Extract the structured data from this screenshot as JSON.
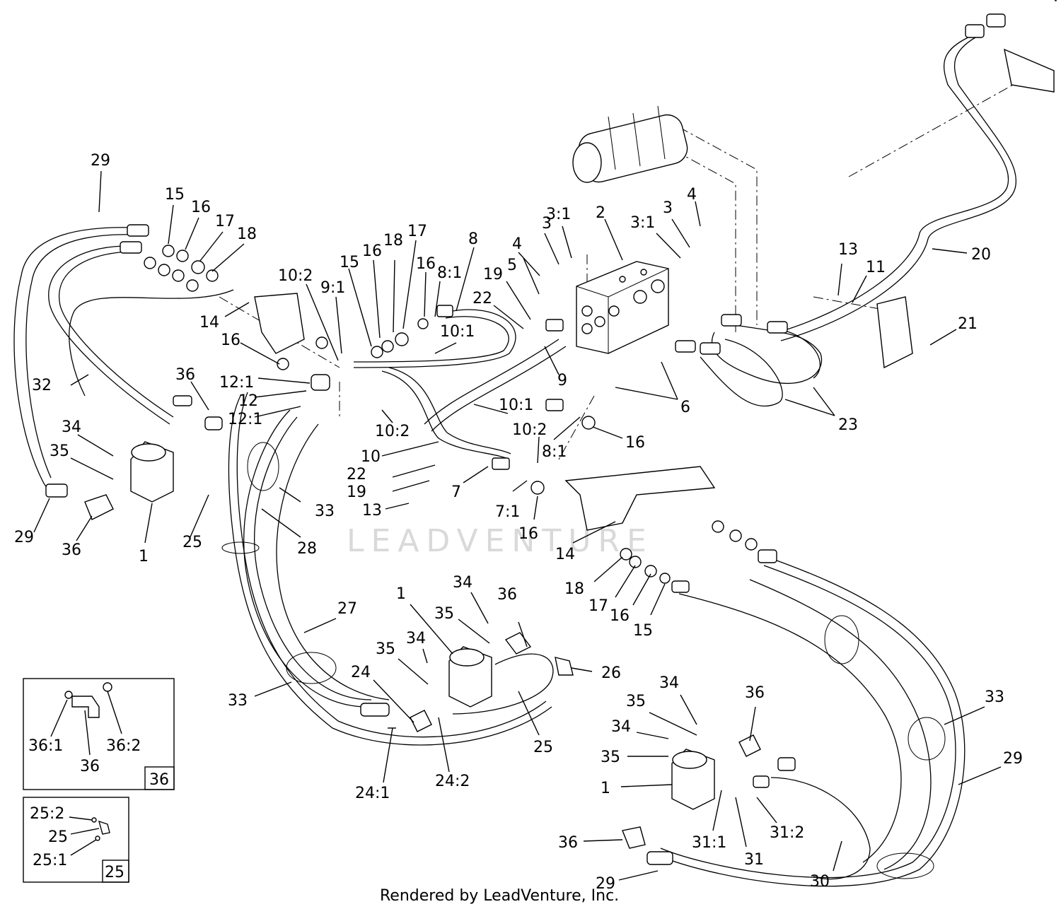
{
  "labels": {
    "p1": "1",
    "p1b": "1",
    "p1c": "1",
    "p2": "2",
    "p3a": "3",
    "p3b": "3",
    "p3_1a": "3:1",
    "p3_1b": "3:1",
    "p4a": "4",
    "p4b": "4",
    "p5": "5",
    "p6": "6",
    "p7": "7",
    "p7_1": "7:1",
    "p8": "8",
    "p8_1a": "8:1",
    "p8_1b": "8:1",
    "p9": "9",
    "p9_1": "9:1",
    "p10": "10",
    "p10_1a": "10:1",
    "p10_1b": "10:1",
    "p10_2a": "10:2",
    "p10_2b": "10:2",
    "p10_2c": "10:2",
    "p11": "11",
    "p12": "12",
    "p12_1a": "12:1",
    "p12_1b": "12:1",
    "p13a": "13",
    "p13b": "13",
    "p14a": "14",
    "p14b": "14",
    "p15a": "15",
    "p15b": "15",
    "p15c": "15",
    "p16a": "16",
    "p16b": "16",
    "p16c": "16",
    "p16d": "16",
    "p16e": "16",
    "p16f": "16",
    "p16g": "16",
    "p17a": "17",
    "p17b": "17",
    "p17c": "17",
    "p18a": "18",
    "p18b": "18",
    "p18c": "18",
    "p19a": "19",
    "p19b": "19",
    "p20": "20",
    "p21": "21",
    "p22a": "22",
    "p22b": "22",
    "p23": "23",
    "p24": "24",
    "p24_1": "24:1",
    "p24_2": "24:2",
    "p25a": "25",
    "p25b": "25",
    "p26": "26",
    "p27": "27",
    "p28": "28",
    "p29a": "29",
    "p29b": "29",
    "p29c": "29",
    "p29d": "29",
    "p30": "30",
    "p31": "31",
    "p31_1": "31:1",
    "p31_2": "31:2",
    "p32": "32",
    "p33a": "33",
    "p33b": "33",
    "p33c": "33",
    "p34a": "34",
    "p34b": "34",
    "p34c": "34",
    "p34d": "34",
    "p35a": "35",
    "p35b": "35",
    "p35c": "35",
    "p35d": "35",
    "p35e": "35",
    "p36a": "36",
    "p36b": "36",
    "p36c": "36",
    "p36d": "36",
    "p36e": "36"
  },
  "inset36": {
    "a": "36:1",
    "b": "36",
    "c": "36:2",
    "tag": "36"
  },
  "inset25": {
    "a": "25:2",
    "b": "25",
    "c": "25:1",
    "tag": "25"
  },
  "watermark": "LEADVENTURE",
  "footer": "Rendered by LeadVenture, Inc."
}
